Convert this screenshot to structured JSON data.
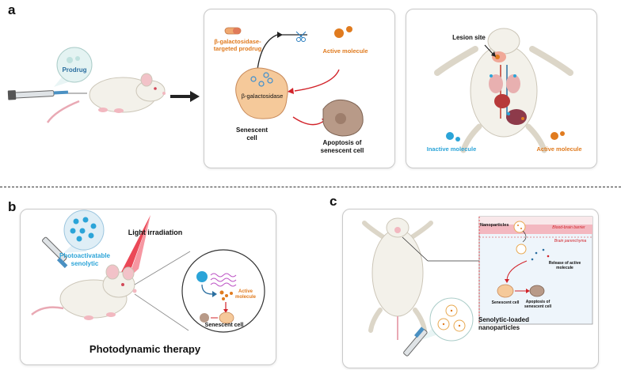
{
  "panel_a": {
    "letter": "a",
    "prodrug": "Prodrug",
    "targeted_prodrug_line1": "β-galactosidase-",
    "targeted_prodrug_line2": "targeted prodrug",
    "active_molecule": "Active molecule",
    "enzyme": "β-galactosidase",
    "senescent_cell_line1": "Senescent",
    "senescent_cell_line2": "cell",
    "apoptosis_line1": "Apoptosis of",
    "apoptosis_line2": "senescent cell",
    "lesion_site": "Lesion site",
    "inactive_molecule": "Inactive molecule",
    "active_molecule_right": "Active molecule"
  },
  "panel_b": {
    "letter": "b",
    "light_irradiation": "Light irradiation",
    "photoactivatable_line1": "Photoactivatable",
    "photoactivatable_line2": "senolytic",
    "active_molecule_line1": "Active",
    "active_molecule_line2": "molecule",
    "senescent_cell": "Senescent cell",
    "title": "Photodynamic therapy"
  },
  "panel_c": {
    "letter": "c",
    "nanoparticles": "Nanoparticles",
    "bbb": "Blood-brain barrier",
    "brain_parenchyma": "Brain parenchyma",
    "release_line1": "Release of active",
    "release_line2": "molecule",
    "senescent_cell": "Senescent cell",
    "apoptosis_line1": "Apoptosis of",
    "apoptosis_line2": "senescent cell",
    "loaded_line1": "Senolytic-loaded",
    "loaded_line2": "nanoparticles"
  },
  "colors": {
    "orange_text": "#e07b1f",
    "blue_text": "#2ba4d8",
    "red_arrow": "#d2232a",
    "mouse_body": "#f3f1ea",
    "mouse_pink": "#f2b8c0",
    "senescent_fill": "#f5c99a",
    "apoptotic_fill": "#b89a88"
  }
}
